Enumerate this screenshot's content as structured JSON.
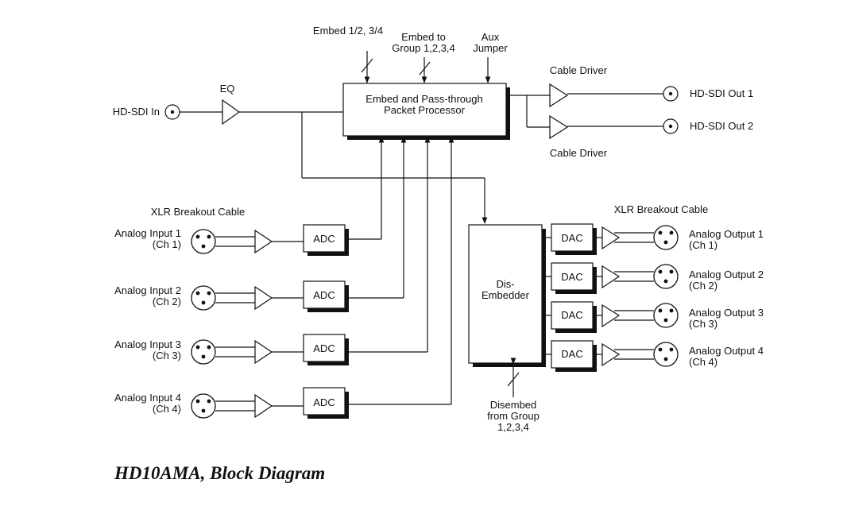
{
  "caption": "HD10AMA, Block Diagram",
  "video": {
    "input_label": "HD-SDI In",
    "eq_label": "EQ",
    "processor_line1": "Embed and Pass-through",
    "processor_line2": "Packet Processor",
    "control_embed12_34": "Embed 1/2, 3/4",
    "control_embed_to_line1": "Embed to",
    "control_embed_to_line2": "Group 1,2,3,4",
    "control_aux_line1": "Aux",
    "control_aux_line2": "Jumper",
    "cable_driver_top": "Cable Driver",
    "cable_driver_bottom": "Cable Driver",
    "output1": "HD-SDI Out 1",
    "output2": "HD-SDI Out 2"
  },
  "inputs_side": {
    "xlr_label": "XLR Breakout Cable",
    "adc_label": "ADC",
    "inputs": [
      {
        "line1": "Analog Input 1",
        "line2": "(Ch 1)"
      },
      {
        "line1": "Analog Input 2",
        "line2": "(Ch 2)"
      },
      {
        "line1": "Analog Input 3",
        "line2": "(Ch 3)"
      },
      {
        "line1": "Analog Input 4",
        "line2": "(Ch 4)"
      }
    ]
  },
  "outputs_side": {
    "xlr_label": "XLR Breakout Cable",
    "dac_label": "DAC",
    "disembedder_line1": "Dis-",
    "disembedder_line2": "Embedder",
    "disembed_line1": "Disembed",
    "disembed_line2": "from Group",
    "disembed_line3": "1,2,3,4",
    "outputs": [
      {
        "line1": "Analog Output 1",
        "line2": "(Ch 1)"
      },
      {
        "line1": "Analog Output 2",
        "line2": "(Ch 2)"
      },
      {
        "line1": "Analog Output 3",
        "line2": "(Ch 3)"
      },
      {
        "line1": "Analog Output 4",
        "line2": "(Ch 4)"
      }
    ]
  }
}
